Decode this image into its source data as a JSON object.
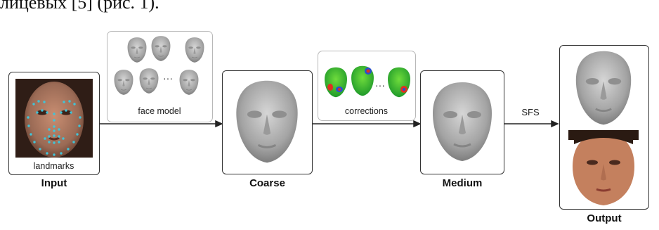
{
  "header_text": "лицевых [5] (рис. 1).",
  "stages": {
    "input": "Input",
    "coarse": "Coarse",
    "medium": "Medium",
    "output": "Output"
  },
  "labels": {
    "landmarks": "landmarks",
    "face_model": "face model",
    "corrections": "corrections",
    "sfs": "SFS",
    "face_model_ellipsis": "···",
    "corrections_ellipsis": "···"
  },
  "colors": {
    "mesh_gray": "#a9a9a9",
    "skin": "#9a6a55",
    "landmark_dots": "#40c4d8",
    "correction_green": "#33b52e",
    "correction_red": "#e03020",
    "correction_blue": "#2a4fd0"
  }
}
